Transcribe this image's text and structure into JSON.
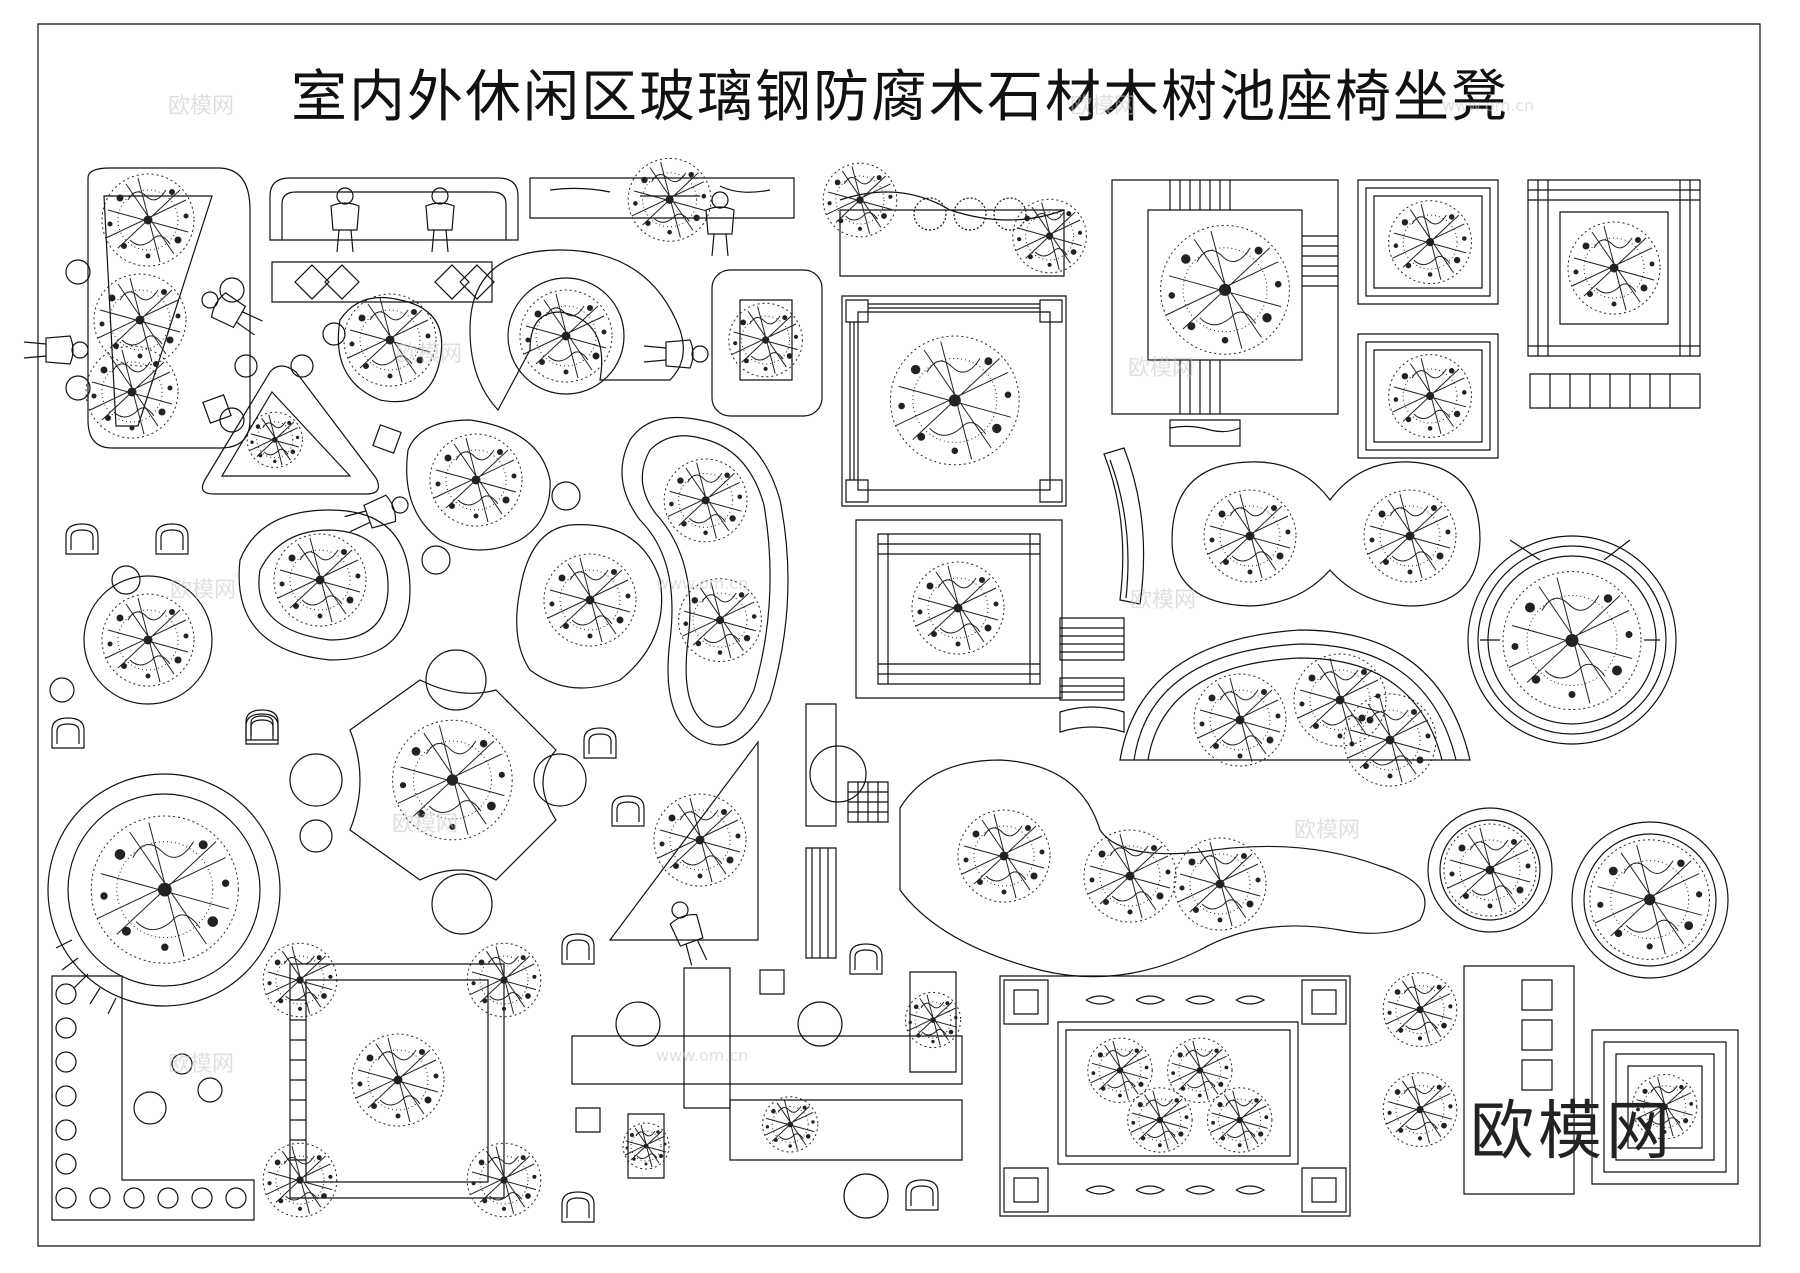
{
  "title": "室内外休闲区玻璃钢防腐木石材木树池座椅坐凳",
  "logo_text": "欧模网",
  "watermark_text": "欧模网",
  "watermark_url": "www.om.cn",
  "colors": {
    "line": "#111111",
    "tree": "#222222",
    "background": "#ffffff",
    "watermark": "#c8c8c8"
  }
}
